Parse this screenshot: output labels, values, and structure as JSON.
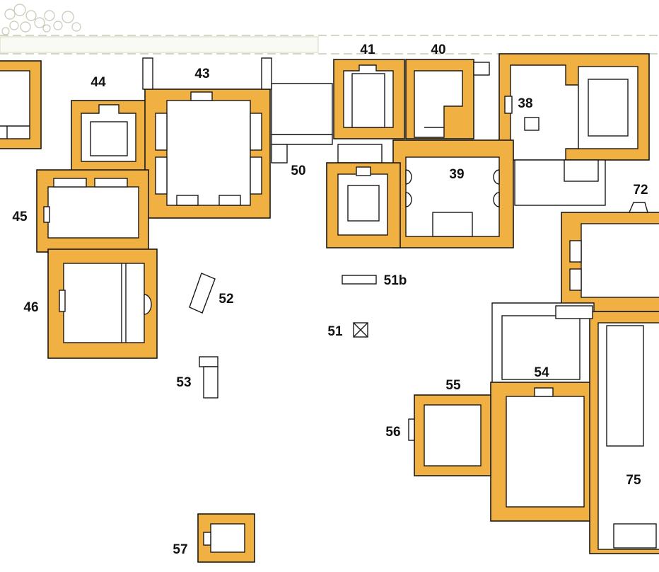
{
  "colors": {
    "wall_fill": "#f0b142",
    "outline": "#1a1a1a",
    "background": "#ffffff",
    "rubble": "#c8c8b4"
  },
  "labels": {
    "b38": "38",
    "b39": "39",
    "b40": "40",
    "b41": "41",
    "b43": "43",
    "b44": "44",
    "b45": "45",
    "b46": "46",
    "b50": "50",
    "b51": "51",
    "b51b": "51b",
    "b52": "52",
    "b53": "53",
    "b54": "54",
    "b55": "55",
    "b56": "56",
    "b57": "57",
    "b72": "72",
    "b75": "75"
  }
}
